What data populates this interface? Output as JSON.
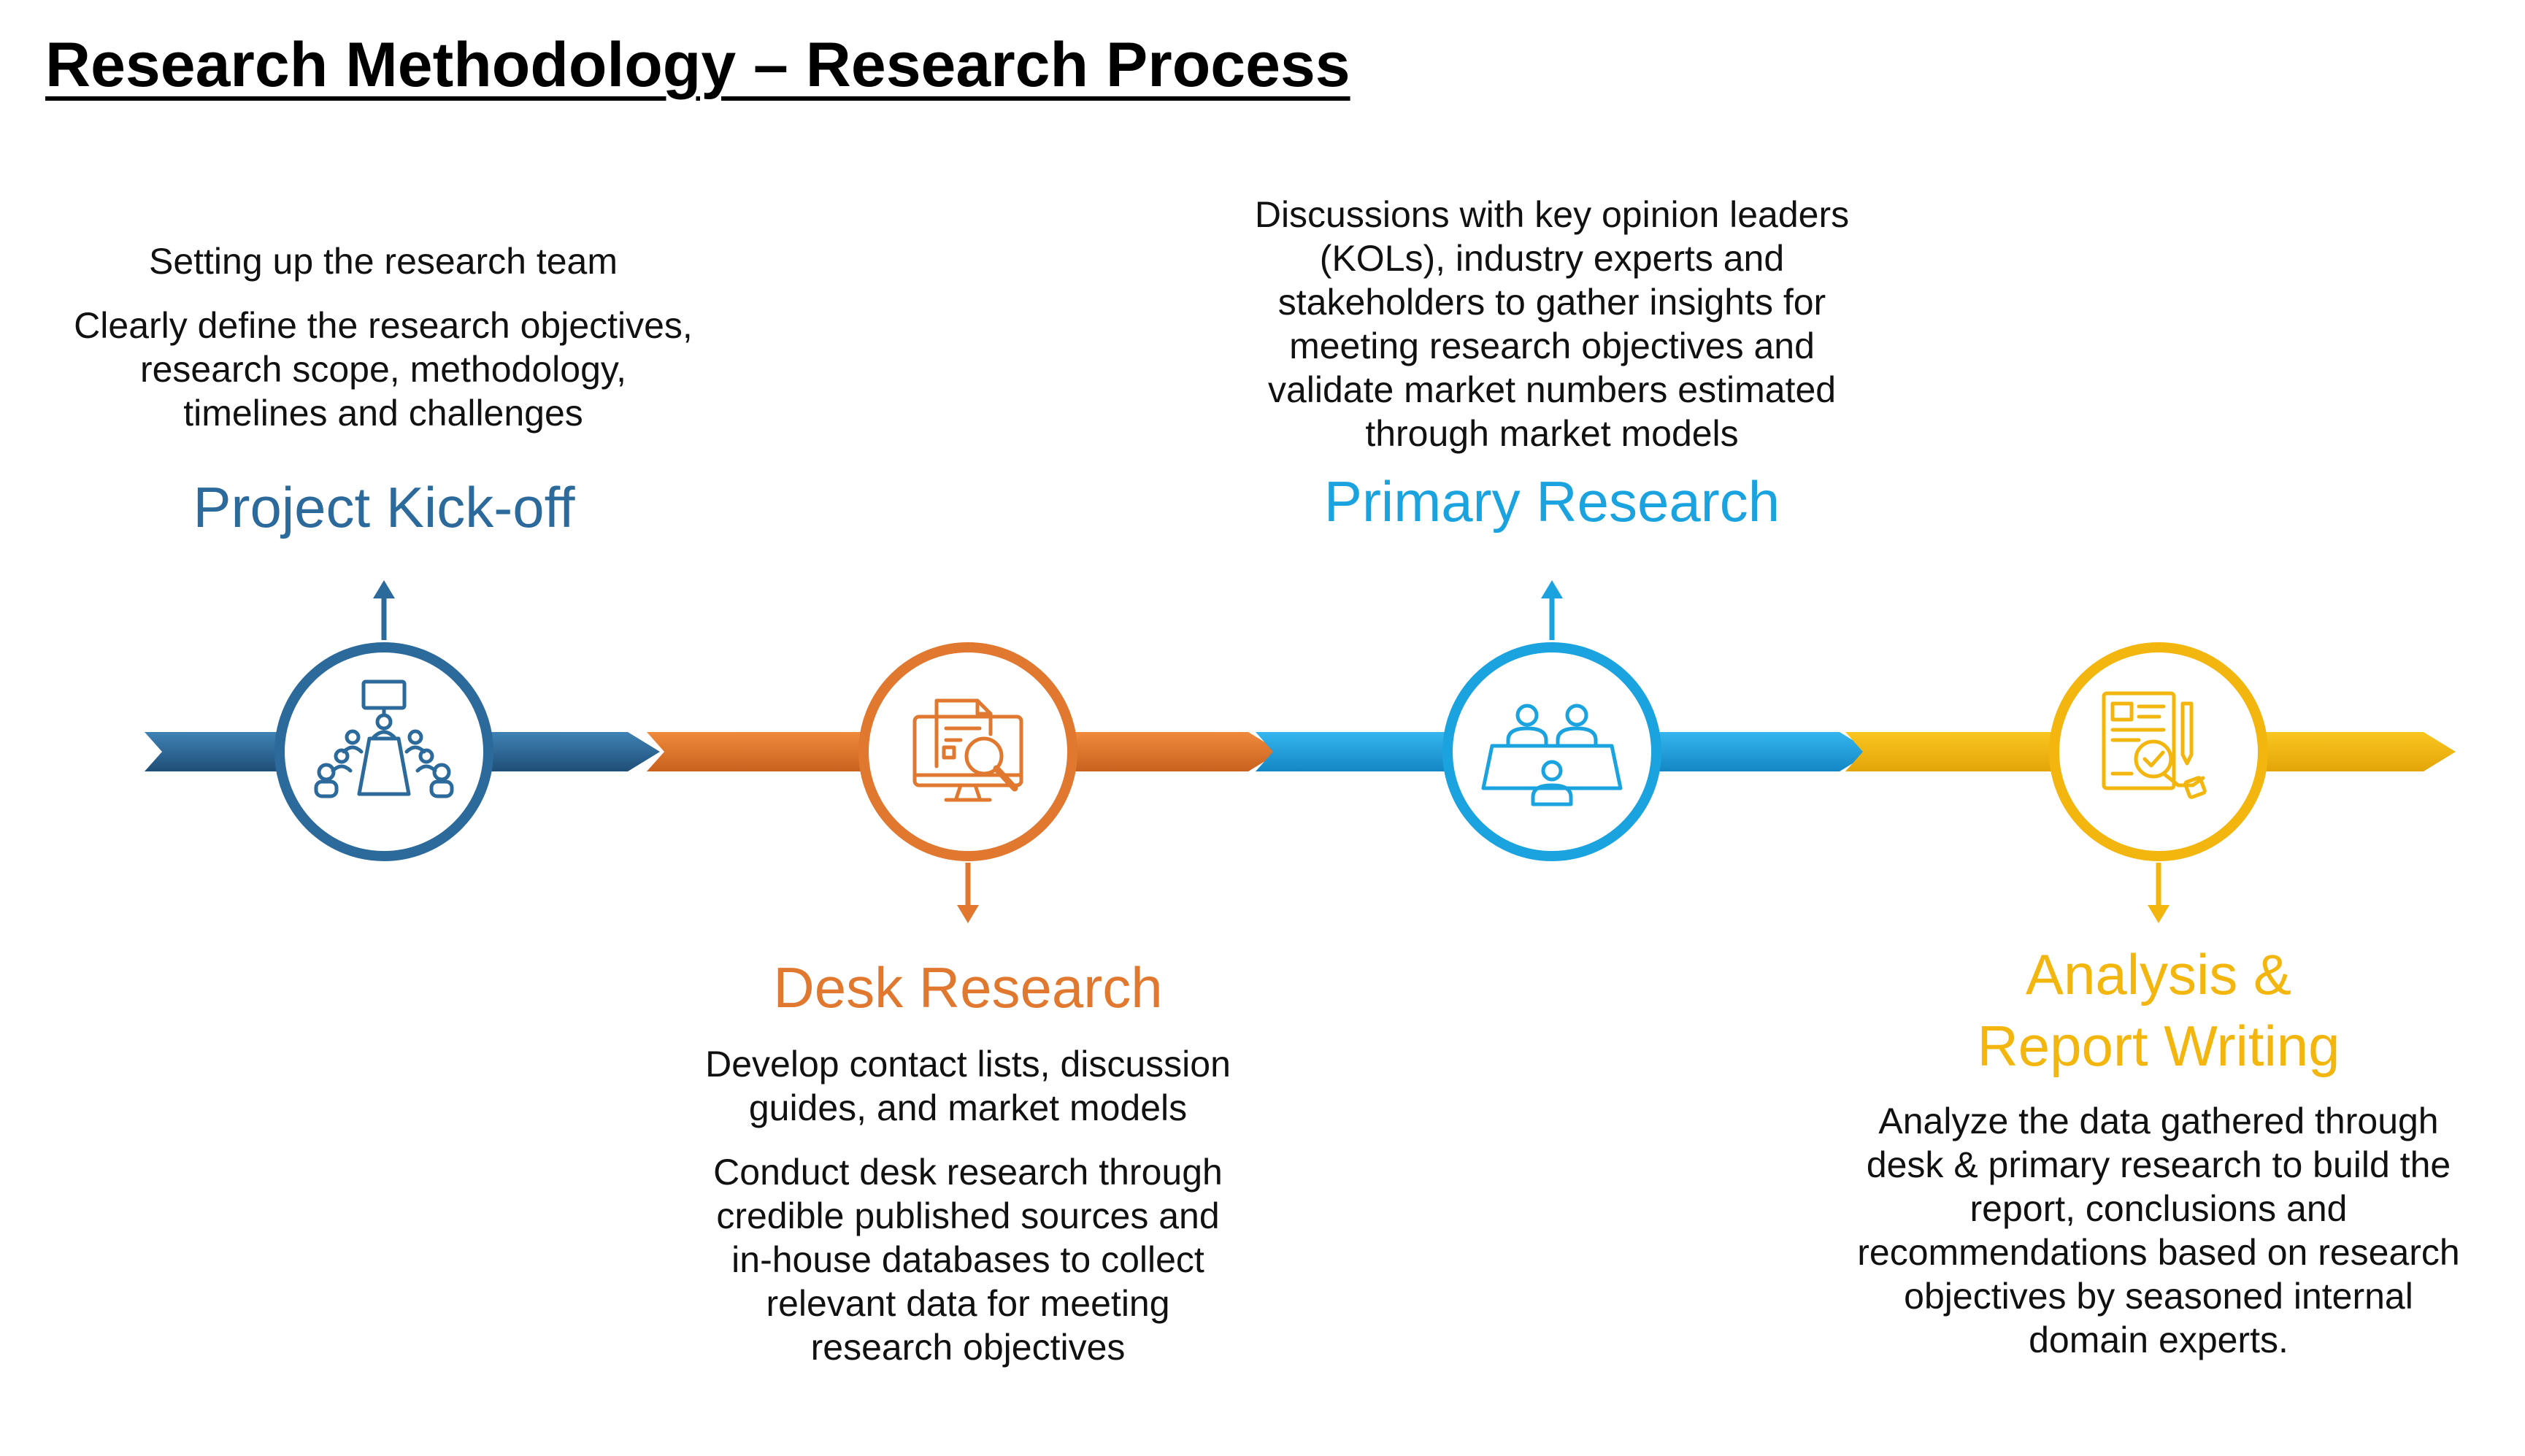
{
  "title": "Research Methodology – Research Process",
  "colors": {
    "kickoff": "#2B6A9A",
    "desk": "#E0782F",
    "primary": "#1AA3DF",
    "analysis": "#F2B60F"
  },
  "stages": [
    {
      "title": "Project Kick-off",
      "icon": "meeting-table-icon",
      "description": [
        "Setting up the research team",
        "Clearly define the research objectives, research scope, methodology, timelines and challenges"
      ]
    },
    {
      "title": "Desk Research",
      "icon": "document-search-monitor-icon",
      "description": [
        "Develop contact lists, discussion guides, and market models",
        "Conduct desk research through credible published sources and in-house databases to collect relevant data for meeting research objectives"
      ]
    },
    {
      "title": "Primary Research",
      "icon": "discussion-group-icon",
      "description": [
        "Discussions with key opinion leaders (KOLs), industry experts and stakeholders to gather insights for meeting research objectives and validate market numbers estimated through market models"
      ]
    },
    {
      "title_lines": [
        "Analysis &",
        "Report Writing"
      ],
      "icon": "report-analysis-icon",
      "description": [
        "Analyze the data gathered through desk & primary research to build the report, conclusions and recommendations based on research objectives by seasoned internal domain experts."
      ]
    }
  ]
}
